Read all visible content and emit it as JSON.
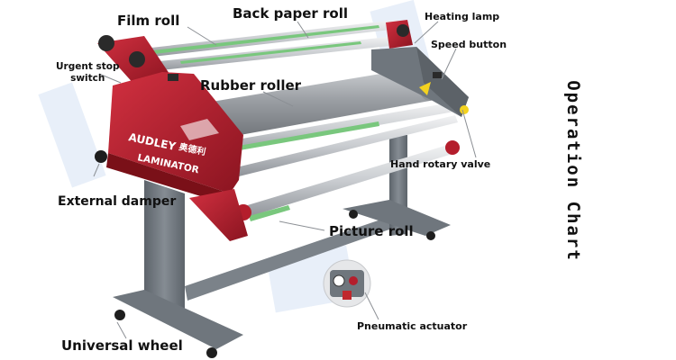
{
  "title": "Operation Chart",
  "machine": {
    "brand": "AUDLEY",
    "brand_cn": "奥德利",
    "model": "LAMINATOR",
    "colors": {
      "frame_red": "#b41e2c",
      "frame_dark_red": "#7a1018",
      "stand_gray": "#6f767d",
      "roller_gray": "#9a9ea3",
      "accent_green": "#79c77d",
      "warning_yellow": "#f3d21f"
    }
  },
  "labels": {
    "film_roll": "Film roll",
    "back_paper_roll": "Back paper roll",
    "heating_lamp": "Heating lamp",
    "speed_button": "Speed button",
    "urgent_stop_line1": "Urgent stop",
    "urgent_stop_line2": "switch",
    "rubber_roller": "Rubber roller",
    "hand_rotary_valve": "Hand rotary valve",
    "external_damper": "External damper",
    "picture_roll": "Picture roll",
    "pneumatic_actuator": "Pneumatic actuator",
    "universal_wheel": "Universal wheel"
  }
}
